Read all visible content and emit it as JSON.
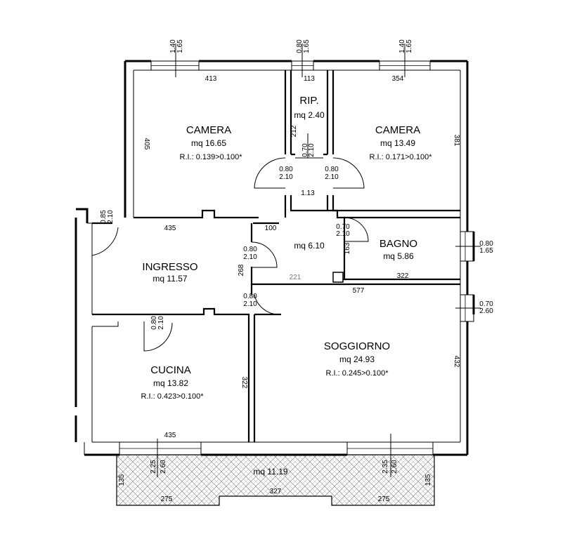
{
  "rooms": {
    "camera_left": {
      "name": "CAMERA",
      "area": "mq  16.65",
      "ri": "R.I.:  0.139>0.100*"
    },
    "rip": {
      "name": "RIP.",
      "area": "mq  2.40"
    },
    "camera_right": {
      "name": "CAMERA",
      "area": "mq  13.49",
      "ri": "R.I.:  0.171>0.100*"
    },
    "ingresso": {
      "name": "INGRESSO",
      "area": "mq  11.57"
    },
    "disimpegno": {
      "area": "mq  6.10"
    },
    "bagno": {
      "name": "BAGNO",
      "area": "mq  5.86"
    },
    "cucina": {
      "name": "CUCINA",
      "area": "mq  13.82",
      "ri": "R.I.:  0.423>0.100*"
    },
    "soggiorno": {
      "name": "SOGGIORNO",
      "area": "mq  24.93",
      "ri": "R.I.:  0.245>0.100*"
    },
    "balcone": {
      "area": "mq  11.19"
    }
  },
  "dims": {
    "d413": "413",
    "d113": "113",
    "d354": "354",
    "d405": "405",
    "d212": "212",
    "d381": "381",
    "d113b": "1.13",
    "d435a": "435",
    "d100": "100",
    "d163": "163",
    "d268": "268",
    "d221": "221",
    "d577": "577",
    "d322a": "322",
    "d322b": "322",
    "d432": "432",
    "d435b": "435",
    "d135a": "135",
    "d135b": "135",
    "d275a": "275",
    "d327": "327",
    "d275b": "275"
  },
  "openings": {
    "w1_a": "1.40",
    "w1_b": "1.65",
    "w2_a": "0.80",
    "w2_b": "1.65",
    "w3_a": "1.40",
    "w3_b": "1.65",
    "dr1_a": "0.80",
    "dr1_b": "2.10",
    "dr2_a": "0.70",
    "dr2_b": "2.10",
    "dr3_a": "0.80",
    "dr3_b": "2.10",
    "dr4_a": "0.85",
    "dr4_b": "2.10",
    "dr5_a": "0.70",
    "dr5_b": "2.10",
    "dr6_a": "0.80",
    "dr6_b": "2.10",
    "dr7_a": "0.80",
    "dr7_b": "2.10",
    "dr8_a": "0.80",
    "dr8_b": "2.10",
    "w4_a": "0.80",
    "w4_b": "1.65",
    "w5_a": "0.70",
    "w5_b": "2.60",
    "w6_a": "2.25",
    "w6_b": "2.60",
    "w7_a": "2.35",
    "w7_b": "2.60"
  }
}
